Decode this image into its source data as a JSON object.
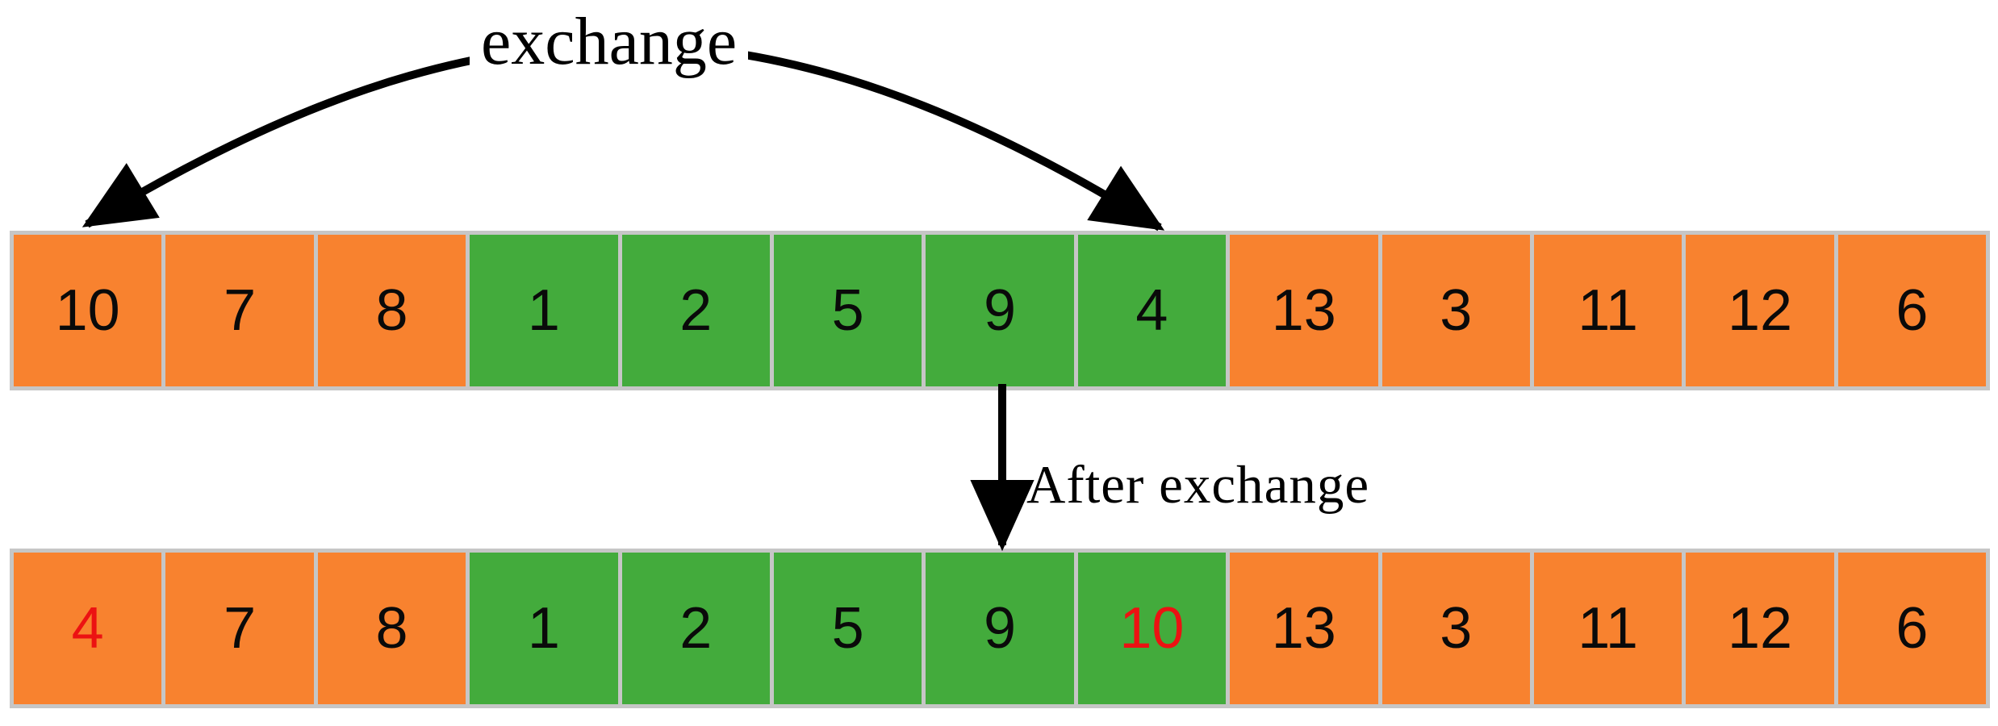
{
  "diagram": {
    "top_arrow_label": "exchange",
    "middle_arrow_label": "After exchange",
    "colors": {
      "orange": "#f8822f",
      "green": "#43ab3c",
      "border": "#c6c6c6",
      "red": "#ec1212",
      "text": "#0a0a0a",
      "arrow": "#000000"
    },
    "rows": [
      {
        "id": "before",
        "cells": [
          {
            "value": "10",
            "bg": "orange",
            "fg": "black"
          },
          {
            "value": "7",
            "bg": "orange",
            "fg": "black"
          },
          {
            "value": "8",
            "bg": "orange",
            "fg": "black"
          },
          {
            "value": "1",
            "bg": "green",
            "fg": "black"
          },
          {
            "value": "2",
            "bg": "green",
            "fg": "black"
          },
          {
            "value": "5",
            "bg": "green",
            "fg": "black"
          },
          {
            "value": "9",
            "bg": "green",
            "fg": "black"
          },
          {
            "value": "4",
            "bg": "green",
            "fg": "black"
          },
          {
            "value": "13",
            "bg": "orange",
            "fg": "black"
          },
          {
            "value": "3",
            "bg": "orange",
            "fg": "black"
          },
          {
            "value": "11",
            "bg": "orange",
            "fg": "black"
          },
          {
            "value": "12",
            "bg": "orange",
            "fg": "black"
          },
          {
            "value": "6",
            "bg": "orange",
            "fg": "black"
          }
        ]
      },
      {
        "id": "after",
        "cells": [
          {
            "value": "4",
            "bg": "orange",
            "fg": "red"
          },
          {
            "value": "7",
            "bg": "orange",
            "fg": "black"
          },
          {
            "value": "8",
            "bg": "orange",
            "fg": "black"
          },
          {
            "value": "1",
            "bg": "green",
            "fg": "black"
          },
          {
            "value": "2",
            "bg": "green",
            "fg": "black"
          },
          {
            "value": "5",
            "bg": "green",
            "fg": "black"
          },
          {
            "value": "9",
            "bg": "green",
            "fg": "black"
          },
          {
            "value": "10",
            "bg": "green",
            "fg": "red"
          },
          {
            "value": "13",
            "bg": "orange",
            "fg": "black"
          },
          {
            "value": "3",
            "bg": "orange",
            "fg": "black"
          },
          {
            "value": "11",
            "bg": "orange",
            "fg": "black"
          },
          {
            "value": "12",
            "bg": "orange",
            "fg": "black"
          },
          {
            "value": "6",
            "bg": "orange",
            "fg": "black"
          }
        ]
      }
    ],
    "exchange": {
      "swapped_values": [
        "10",
        "4"
      ],
      "swapped_positions": [
        1,
        8
      ]
    }
  }
}
